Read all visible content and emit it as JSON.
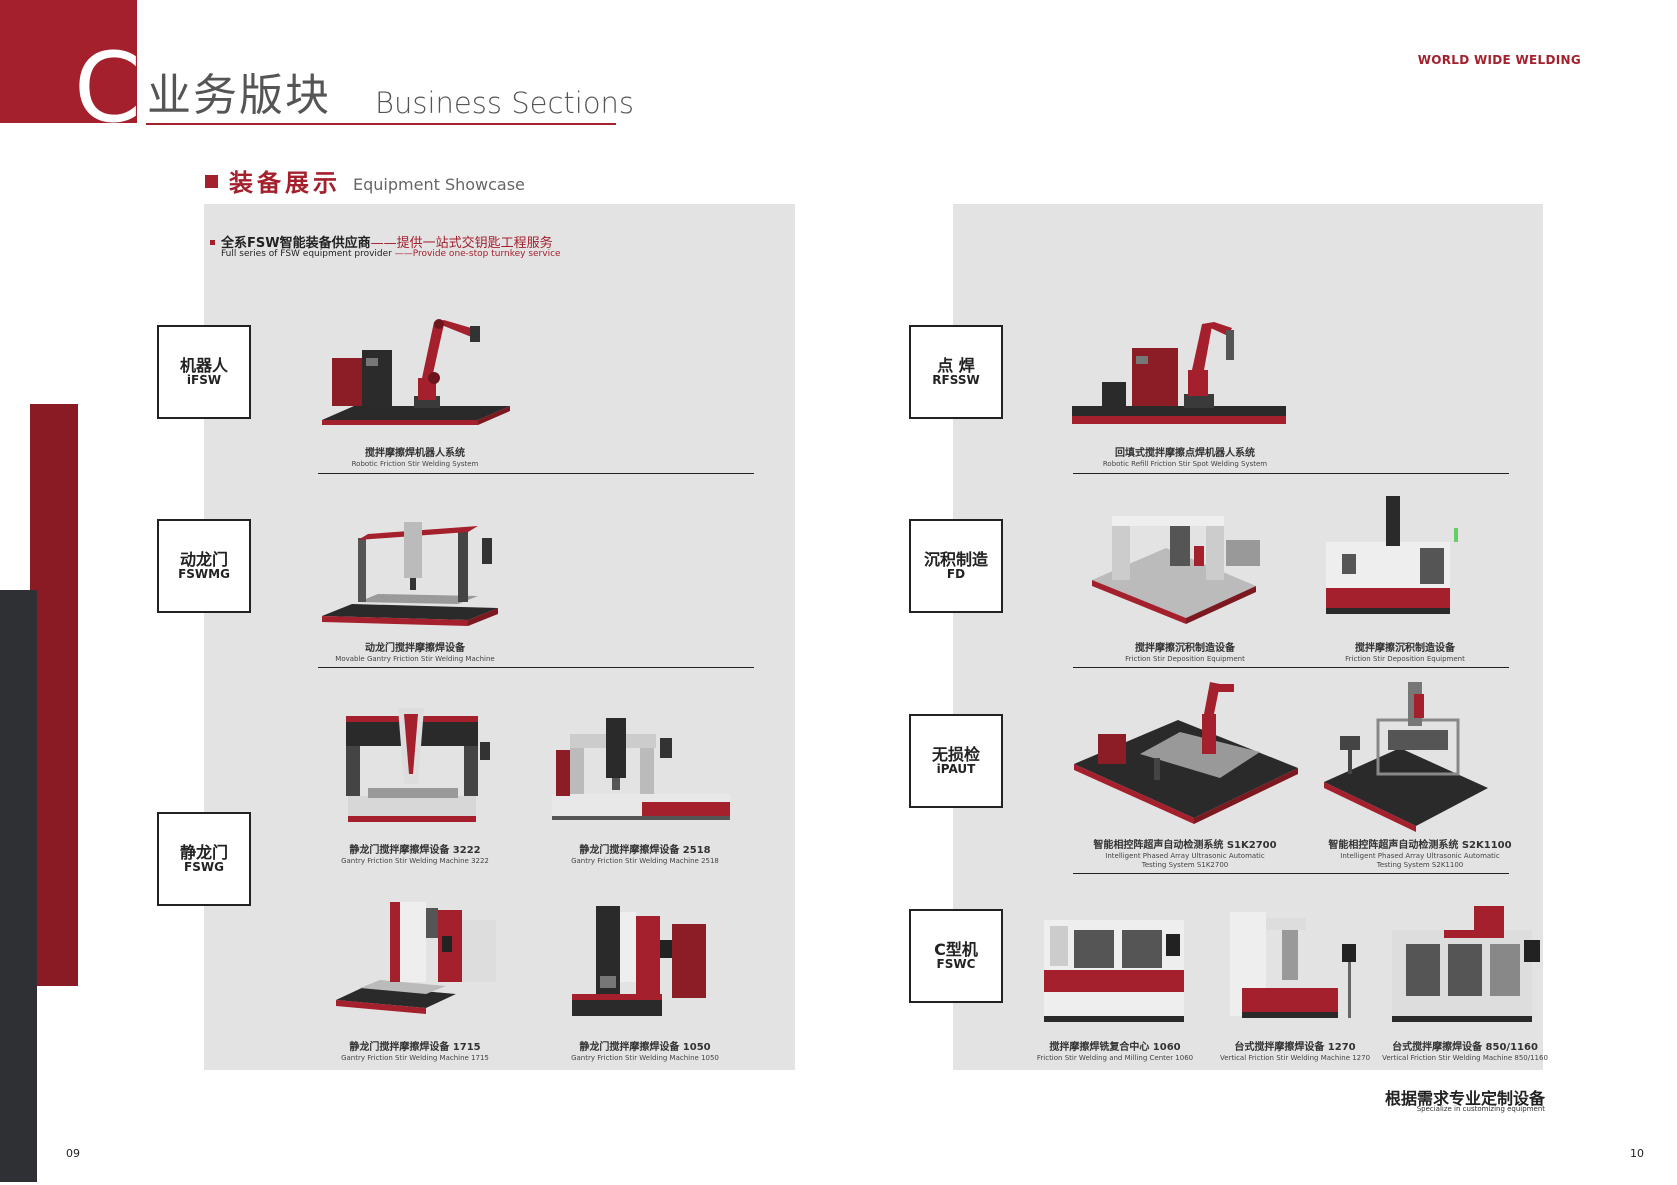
{
  "header": {
    "section_letter": "C",
    "section_cn": "业务版块",
    "section_en": "Business Sections",
    "brand": "WORLD WIDE WELDING"
  },
  "subheading": {
    "cn": "装备展示",
    "en": "Equipment Showcase"
  },
  "tagline": {
    "cn_bold": "全系FSW智能装备供应商",
    "cn_red": "——提供一站式交钥匙工程服务",
    "en": "Full series of FSW equipment provider ",
    "en_red": "——Provide one-stop turnkey service"
  },
  "categories": {
    "ifsw": {
      "cn": "机器人",
      "en": "iFSW"
    },
    "fswmg": {
      "cn": "动龙门",
      "en": "FSWMG"
    },
    "fswg": {
      "cn": "静龙门",
      "en": "FSWG"
    },
    "rfssw": {
      "cn": "点 焊",
      "en": "RFSSW"
    },
    "fd": {
      "cn": "沉积制造",
      "en": "FD"
    },
    "ipaut": {
      "cn": "无损检",
      "en": "iPAUT"
    },
    "fswc": {
      "cn": "C型机",
      "en": "FSWC"
    }
  },
  "products": {
    "robot": {
      "cn": "搅拌摩擦焊机器人系统",
      "en": "Robotic Friction Stir Welding System"
    },
    "gantry_moving": {
      "cn": "动龙门搅拌摩擦焊设备",
      "en": "Movable Gantry Friction Stir Welding Machine"
    },
    "g3222": {
      "cn": "静龙门搅拌摩擦焊设备 3222",
      "en": "Gantry Friction Stir Welding Machine 3222"
    },
    "g2518": {
      "cn": "静龙门搅拌摩擦焊设备 2518",
      "en": "Gantry Friction Stir Welding Machine 2518"
    },
    "g1715": {
      "cn": "静龙门搅拌摩擦焊设备 1715",
      "en": "Gantry Friction Stir Welding Machine 1715"
    },
    "g1050": {
      "cn": "静龙门搅拌摩擦焊设备 1050",
      "en": "Gantry Friction Stir Welding Machine 1050"
    },
    "spot": {
      "cn": "回填式搅拌摩擦点焊机器人系统",
      "en": "Robotic Refill Friction Stir Spot Welding System"
    },
    "fd1": {
      "cn": "搅拌摩擦沉积制造设备",
      "en": "Friction Stir Deposition Equipment"
    },
    "fd2": {
      "cn": "搅拌摩擦沉积制造设备",
      "en": "Friction Stir Deposition Equipment"
    },
    "paut1": {
      "cn": "智能相控阵超声自动检测系统 S1K2700",
      "en1": "Intelligent  Phased Array Ultrasonic Automatic",
      "en2": "Testing System S1K2700"
    },
    "paut2": {
      "cn": "智能相控阵超声自动检测系统 S2K1100",
      "en1": "Intelligent  Phased Array Ultrasonic Automatic",
      "en2": "Testing System S2K1100"
    },
    "c1060": {
      "cn": "搅拌摩擦焊铣复合中心 1060",
      "en": "Friction Stir Welding and Milling  Center 1060"
    },
    "c1270": {
      "cn": "台式搅拌摩擦焊设备 1270",
      "en": "Vertical Friction Stir Welding Machine 1270"
    },
    "c850": {
      "cn": "台式搅拌摩擦焊设备 850/1160",
      "en": "Vertical Friction Stir Welding Machine 850/1160"
    }
  },
  "footer": {
    "cn": "根据需求专业定制设备",
    "en": "Specialize in customizing equipment",
    "page_left": "09",
    "page_right": "10"
  },
  "colors": {
    "brand_red": "#a3202c",
    "dark_red": "#8a1a23",
    "charcoal": "#2f3034",
    "panel_gray": "#e4e3e4"
  }
}
